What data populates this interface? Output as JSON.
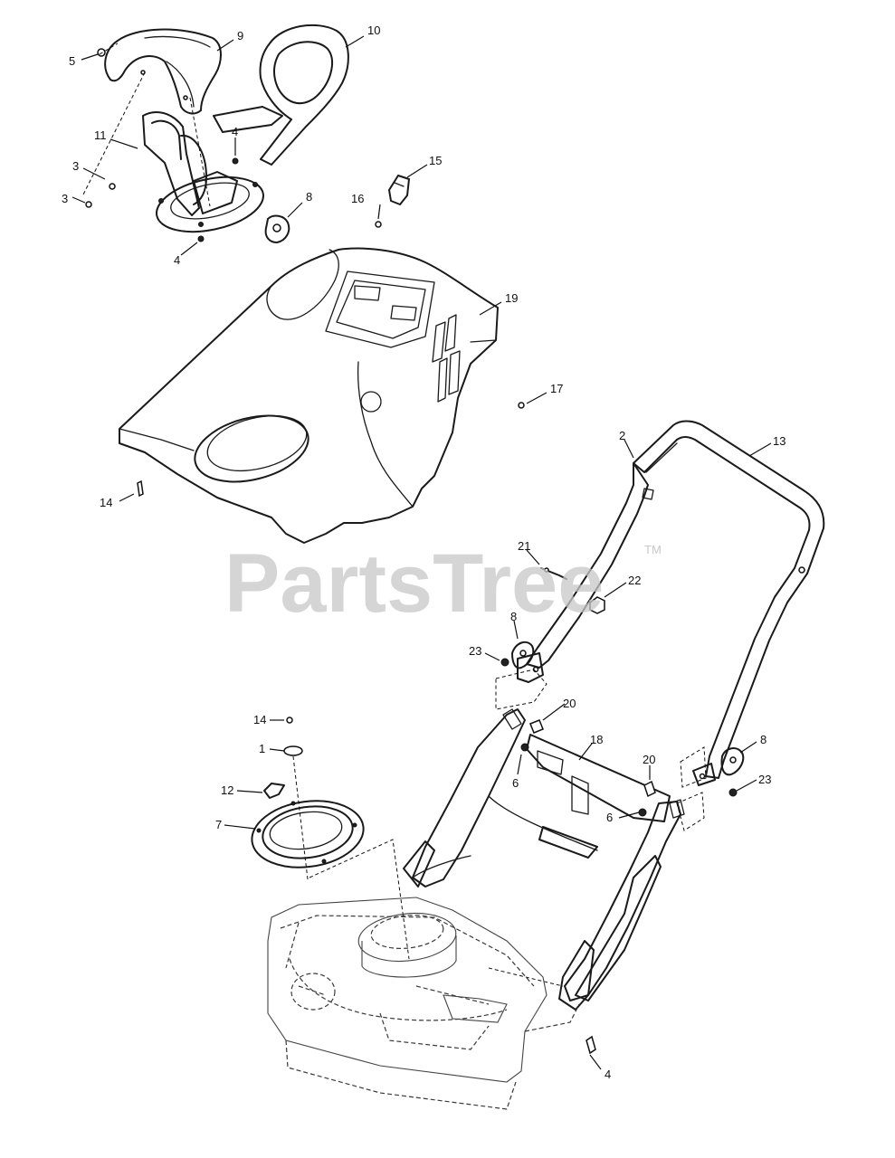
{
  "watermark": {
    "text": "PartsTree",
    "mark": "TM"
  },
  "callouts": {
    "c1": "1",
    "c2": "2",
    "c3a": "3",
    "c3b": "3",
    "c4a": "4",
    "c4b": "4",
    "c4c": "4",
    "c5": "5",
    "c6a": "6",
    "c6b": "6",
    "c7": "7",
    "c8a": "8",
    "c8b": "8",
    "c8c": "8",
    "c9": "9",
    "c10": "10",
    "c11": "11",
    "c12": "12",
    "c13": "13",
    "c14a": "14",
    "c14b": "14",
    "c15": "15",
    "c16": "16",
    "c17": "17",
    "c18": "18",
    "c19": "19",
    "c20a": "20",
    "c20b": "20",
    "c21": "21",
    "c22": "22",
    "c23a": "23",
    "c23b": "23"
  },
  "colors": {
    "line": "#1a1a1a",
    "watermark": "#c8c8c8",
    "background": "#ffffff"
  }
}
